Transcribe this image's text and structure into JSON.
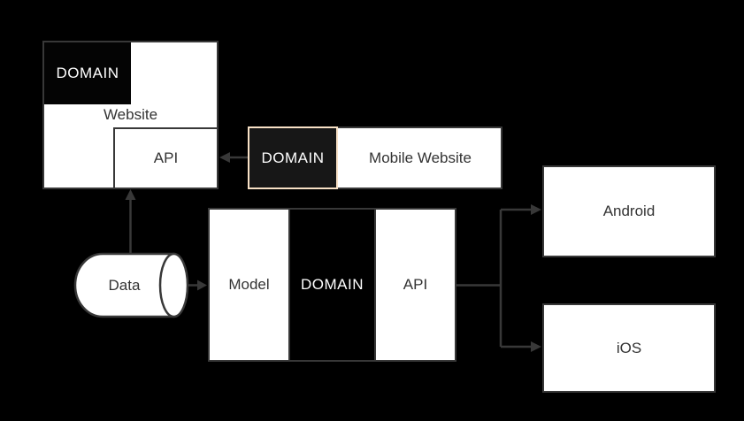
{
  "diagram": {
    "nodes": {
      "website": {
        "label": "Website",
        "domain_label": "DOMAIN",
        "api_label": "API"
      },
      "mobile_website": {
        "label": "Mobile Website",
        "domain_label": "DOMAIN"
      },
      "backend": {
        "model_label": "Model",
        "domain_label": "DOMAIN",
        "api_label": "API"
      },
      "data_store": {
        "label": "Data"
      },
      "android": {
        "label": "Android"
      },
      "ios": {
        "label": "iOS"
      }
    },
    "edges": [
      {
        "from": "mobile_website.domain",
        "to": "website.api"
      },
      {
        "from": "data_store",
        "to": "website.api"
      },
      {
        "from": "data_store",
        "to": "backend.model"
      },
      {
        "from": "backend.api",
        "to": "android"
      },
      {
        "from": "backend.api",
        "to": "ios"
      }
    ],
    "colors": {
      "background": "#000000",
      "node_fill": "#ffffff",
      "node_border": "#383838",
      "connector": "#383838",
      "text": "#333333",
      "domain_fill": "#040404",
      "domain_text": "#ffffff",
      "mobile_domain_fill": "#171717",
      "mobile_domain_border": "#f8e1c6"
    }
  }
}
